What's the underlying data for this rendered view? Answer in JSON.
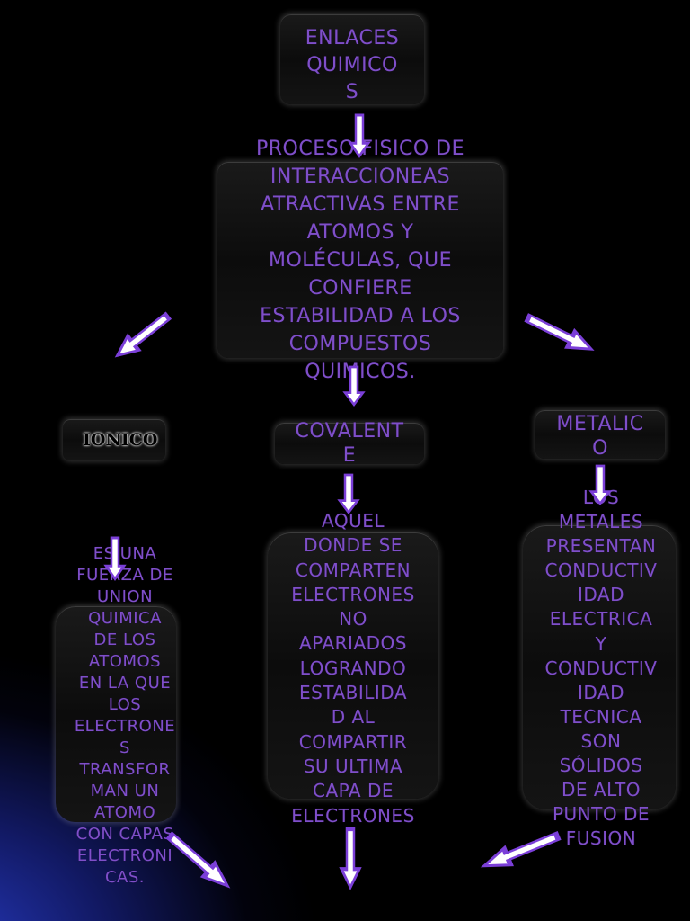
{
  "title": [
    "ENLACES",
    "QUIMICO",
    "S"
  ],
  "definition": [
    "PROCESO FISICO DE",
    "INTERACCIONEAS",
    "ATRACTIVAS ENTRE",
    "ATOMOS Y",
    "MOLÉCULAS, QUE",
    "CONFIERE",
    "ESTABILIDAD  A LOS",
    "COMPUESTOS",
    "QUIMICOS."
  ],
  "types": {
    "ionico": "IONICO",
    "covalente": [
      "COVALENT",
      "E"
    ],
    "metalico": [
      "METALIC",
      "O"
    ]
  },
  "ionico_desc": [
    "ES UNA",
    "FUERZA DE",
    "UNION",
    "QUIMICA",
    "DE LOS",
    "ATOMOS",
    "EN LA QUE",
    "LOS",
    "ELECTRONE",
    "S",
    "TRANSFOR",
    "MAN UN",
    "ATOMO",
    "CON CAPAS",
    "ELECTRONI",
    "CAS."
  ],
  "covalente_desc": [
    "AQUEL",
    "DONDE SE",
    "COMPARTEN",
    "ELECTRONES",
    "NO",
    "APARIADOS",
    "LOGRANDO",
    "ESTABILIDA",
    "D AL",
    "COMPARTIR",
    "SU ULTIMA",
    "CAPA DE",
    "ELECTRONES"
  ],
  "metalico_desc": [
    "LOS",
    "METALES",
    "PRESENTAN",
    "CONDUCTIV",
    "IDAD",
    "ELECTRICA",
    "Y",
    "CONDUCTIV",
    "IDAD",
    "TECNICA",
    "SON",
    "SÓLIDOS",
    "DE ALTO",
    "PUNTO DE",
    "FUSION"
  ],
  "colors": {
    "text": "#7f4fc9",
    "arrow_fill": "#ffffff",
    "arrow_stroke": "#7b3fd8",
    "box": "#141414"
  }
}
